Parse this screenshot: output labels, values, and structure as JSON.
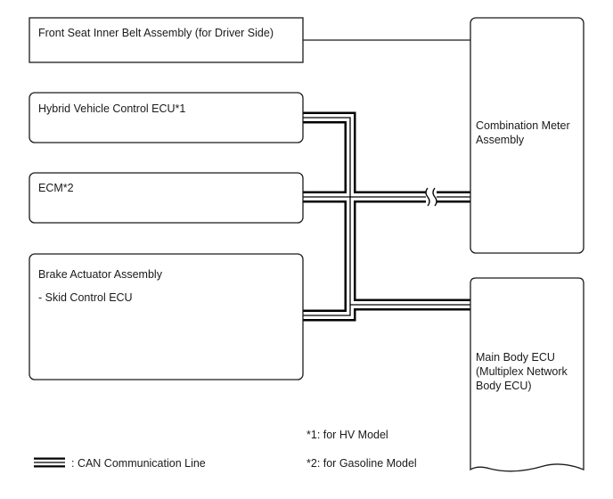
{
  "diagram": {
    "boxes": {
      "front_seat": "Front Seat Inner Belt Assembly (for Driver Side)",
      "hybrid_ecu": "Hybrid Vehicle Control ECU*1",
      "ecm": "ECM*2",
      "brake_actuator": {
        "line1": "Brake Actuator Assembly",
        "line2": "- Skid Control ECU"
      },
      "combination_meter": {
        "line1": "Combination Meter",
        "line2": "Assembly"
      },
      "main_body_ecu": {
        "line1": "Main Body ECU",
        "line2": "(Multiplex Network",
        "line3": "Body ECU)"
      }
    },
    "notes": {
      "hv_model": "*1: for HV Model",
      "gasoline_model": "*2: for Gasoline Model"
    },
    "legend": {
      "can_line": ": CAN Communication Line"
    }
  },
  "colors": {
    "line": "#000000",
    "box_border": "#1a1a1a",
    "background": "#ffffff"
  }
}
